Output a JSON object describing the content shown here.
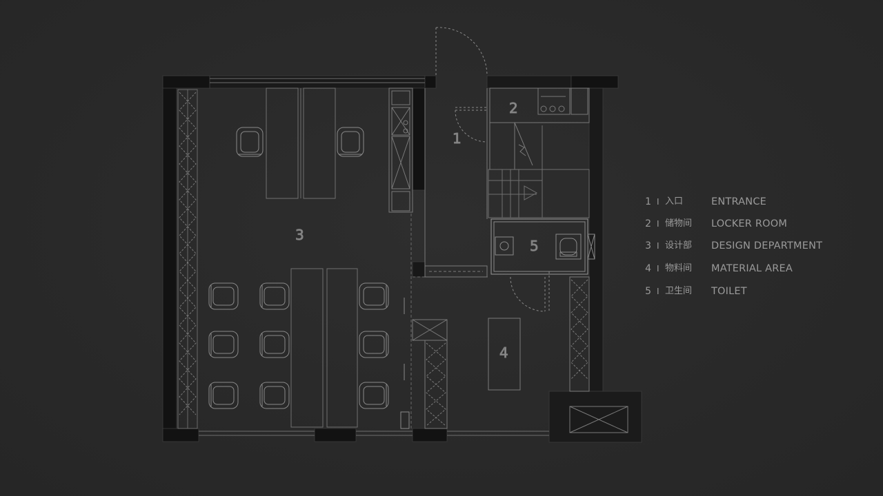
{
  "floorplan": {
    "room_labels": [
      {
        "id": "1",
        "text": "1"
      },
      {
        "id": "2",
        "text": "2"
      },
      {
        "id": "3",
        "text": "3"
      },
      {
        "id": "4",
        "text": "4"
      },
      {
        "id": "5",
        "text": "5"
      }
    ],
    "colors": {
      "background": "#2a2a2a",
      "wall": "#111111",
      "line": "#8a8a8a",
      "text": "#9a9a9a"
    }
  },
  "legend": [
    {
      "num": "1",
      "sep": "I",
      "cn": "入口",
      "en": "ENTRANCE"
    },
    {
      "num": "2",
      "sep": "I",
      "cn": "储物间",
      "en": "LOCKER ROOM"
    },
    {
      "num": "3",
      "sep": "I",
      "cn": "设计部",
      "en": "DESIGN DEPARTMENT"
    },
    {
      "num": "4",
      "sep": "I",
      "cn": "物料间",
      "en": "MATERIAL AREA"
    },
    {
      "num": "5",
      "sep": "I",
      "cn": "卫生间",
      "en": "TOILET"
    }
  ]
}
